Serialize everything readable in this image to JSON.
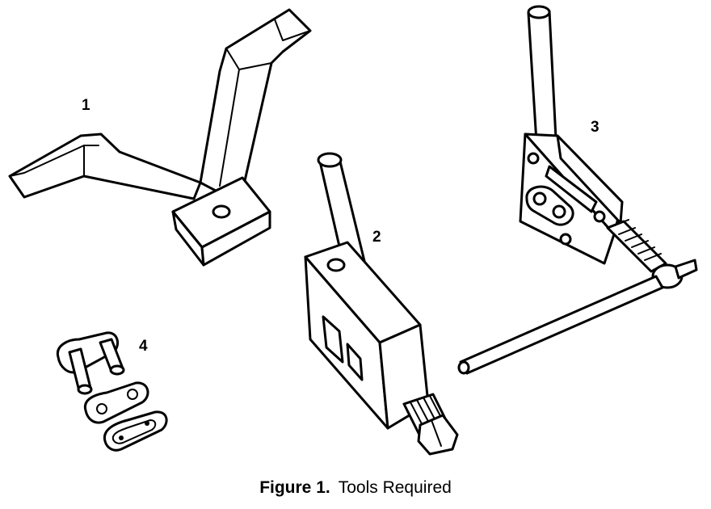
{
  "labels": {
    "item1": "1",
    "item2": "2",
    "item3": "3",
    "item4": "4"
  },
  "caption": {
    "lead": "Figure 1.",
    "text": "Tools Required"
  }
}
